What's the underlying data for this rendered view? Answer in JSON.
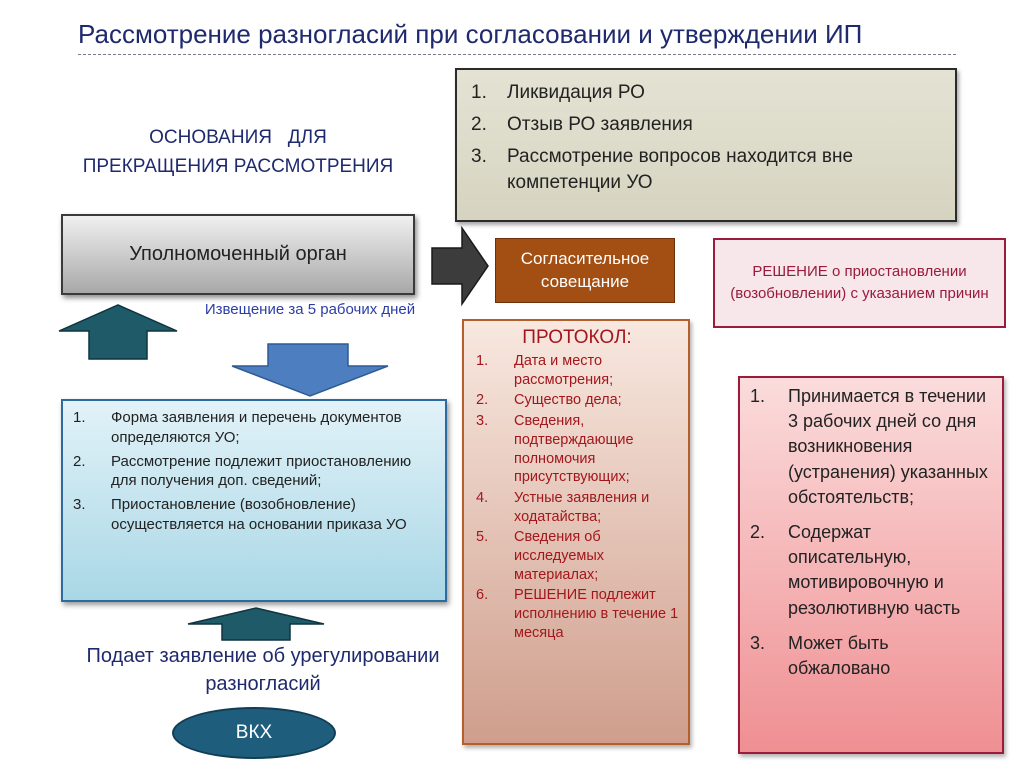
{
  "title": "Рассмотрение разногласий при согласовании и утверждении ИП",
  "grounds_heading_line1": "ОСНОВАНИЯ   ДЛЯ",
  "grounds_heading_line2": "ПРЕКРАЩЕНИЯ РАССМОТРЕНИЯ",
  "grounds": [
    {
      "num": "1.",
      "text": "Ликвидация РО"
    },
    {
      "num": "2.",
      "text": "Отзыв РО заявления"
    },
    {
      "num": "3.",
      "text": "Рассмотрение вопросов находится вне компетенции УО"
    }
  ],
  "organ_label": "Уполномоченный орган",
  "notice_label": "Извещение за 5 рабочих дней",
  "meeting_label": "Согласительное совещание",
  "decision_label": "РЕШЕНИЕ о приостановлении (возобновлении) с указанием причин",
  "protocol": {
    "title": "ПРОТОКОЛ:",
    "items": [
      {
        "num": "1.",
        "text": "Дата и место рассмотрения;"
      },
      {
        "num": "2.",
        "text": "Существо дела;"
      },
      {
        "num": "3.",
        "text": "Сведения, подтверждающие полномочия присутствующих;"
      },
      {
        "num": "4.",
        "text": "Устные заявления и ходатайства;"
      },
      {
        "num": "5.",
        "text": "Сведения об исследуемых материалах;"
      },
      {
        "num": "6.",
        "text": "РЕШЕНИЕ подлежит исполнению в течение 1 месяца"
      }
    ]
  },
  "form_items": [
    {
      "num": "1.",
      "text": "Форма заявления и перечень документов определяются УО;"
    },
    {
      "num": "2.",
      "text": "Рассмотрение подлежит приостановлению для получения доп. сведений;"
    },
    {
      "num": "3.",
      "text": "Приостановление (возобновление) осуществляется на основании приказа УО"
    }
  ],
  "decision_requirements": [
    {
      "num": "1.",
      "text": "Принимается в течении 3 рабочих дней со дня возникновения (устранения) указанных обстоятельств;"
    },
    {
      "num": "2.",
      "text": "Содержат описательную, мотивировочную и резолютивную часть"
    },
    {
      "num": "3.",
      "text": "Может быть обжаловано"
    }
  ],
  "applies_label": "Подает заявление об урегулировании разногласий",
  "vkh_label": "ВКХ",
  "colors": {
    "title_text": "#1f2a6e",
    "meeting_fill": "#a34e12",
    "decision_border": "#9a1b3b",
    "protocol_text": "#a3171c",
    "arrow_dark": "#3c3c3c",
    "arrow_teal": "#1f5a68",
    "arrow_blue": "#4d7fc0",
    "vkh_fill": "#1f5d7d"
  }
}
